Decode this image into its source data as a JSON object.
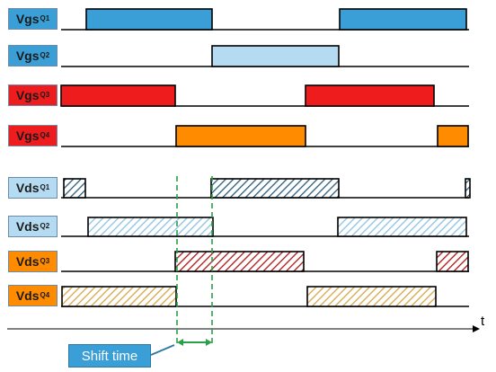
{
  "rows": [
    {
      "id": "vgs-q1",
      "base": "Vgs",
      "sub": "Q1",
      "label_color": "#3a9fd6",
      "bar_color": "#3a9fd6",
      "hatched": false
    },
    {
      "id": "vgs-q2",
      "base": "Vgs",
      "sub": "Q2",
      "label_color": "#3a9fd6",
      "bar_color": "#b4dbf2",
      "hatched": false
    },
    {
      "id": "vgs-q3",
      "base": "Vgs",
      "sub": "Q3",
      "label_color": "#ee1c1c",
      "bar_color": "#ee1c1c",
      "hatched": false
    },
    {
      "id": "vgs-q4",
      "base": "Vgs",
      "sub": "Q4",
      "label_color": "#ee1c1c",
      "bar_color": "#ff8c00",
      "hatched": false
    },
    {
      "id": "vds-q1",
      "base": "Vds",
      "sub": "Q1",
      "label_color": "#b4dbf2",
      "bar_color": "#2a5d7a",
      "hatched": true
    },
    {
      "id": "vds-q2",
      "base": "Vds",
      "sub": "Q2",
      "label_color": "#b4dbf2",
      "bar_color": "#8cc2e0",
      "hatched": true
    },
    {
      "id": "vds-q3",
      "base": "Vds",
      "sub": "Q3",
      "label_color": "#ff8c00",
      "bar_color": "#b01515",
      "hatched": true
    },
    {
      "id": "vds-q4",
      "base": "Vds",
      "sub": "Q4",
      "label_color": "#ff8c00",
      "bar_color": "#d6a64a",
      "hatched": true
    }
  ],
  "annotation": {
    "shift_label": "Shift time"
  },
  "axis": {
    "label": "t"
  },
  "colors": {
    "dashed_marker": "#2aa04a",
    "arrow": "#2aa04a",
    "baseline": "#000000"
  }
}
